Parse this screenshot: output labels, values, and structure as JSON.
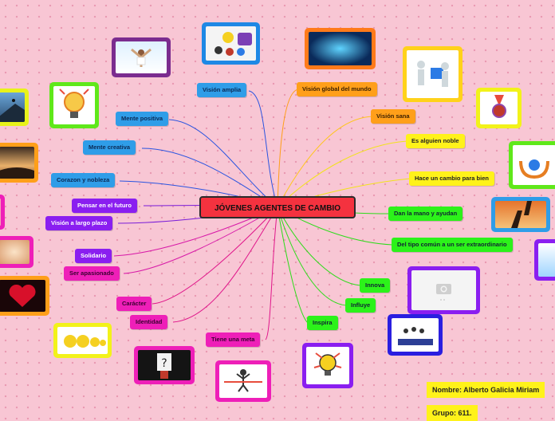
{
  "central": "JÓVENES AGENTES DE CAMBIO",
  "left_branches": [
    {
      "key": "vision_amplia",
      "label": "Visión amplia"
    },
    {
      "key": "mente_positiva",
      "label": "Mente positiva"
    },
    {
      "key": "mente_creativa",
      "label": "Mente creativa"
    },
    {
      "key": "corazon",
      "label": "Corazon y nobleza"
    },
    {
      "key": "pensar",
      "label": "Pensar en el futuro"
    },
    {
      "key": "vision_largo",
      "label": "Visión a largo plazo"
    },
    {
      "key": "solidario",
      "label": "Solidario"
    },
    {
      "key": "apasionado",
      "label": "Ser apasionado"
    },
    {
      "key": "caracter",
      "label": "Carácter"
    },
    {
      "key": "identidad",
      "label": "Identidad"
    },
    {
      "key": "meta",
      "label": "Tiene una meta"
    }
  ],
  "right_branches": [
    {
      "key": "vision_global",
      "label": "Visión global del mundo"
    },
    {
      "key": "vision_sana",
      "label": "Visión sana"
    },
    {
      "key": "alguien_noble",
      "label": "Es alguien noble"
    },
    {
      "key": "cambio_bien",
      "label": "Hace un cambio para bien"
    },
    {
      "key": "mano",
      "label": "Dan la mano y ayudan"
    },
    {
      "key": "extraordinario",
      "label": "Del tipo común a un ser extraordinario"
    },
    {
      "key": "innova",
      "label": "Innova"
    },
    {
      "key": "influye",
      "label": "Influye"
    },
    {
      "key": "inspira",
      "label": "Inspira"
    }
  ],
  "footer": {
    "name": "Nombre: Alberto Galicia Miriam",
    "group": "Grupo: 611."
  },
  "colors": {
    "background": "#f8c6d4",
    "central": "#f4323f",
    "blue": "#2f9de8",
    "purple": "#8a1ef0",
    "magenta": "#ee1fb8",
    "orange": "#ff9f1a",
    "yellow": "#fff21a",
    "green": "#2cf21a"
  },
  "images": [
    "teamwork-lightbulb-image",
    "woman-arms-raised-image",
    "lightbulb-idea-image",
    "hikers-helping-image",
    "sunset-silhouette-image",
    "hands-heart-image",
    "heart-image",
    "emoji-faces-image",
    "question-mark-image",
    "finish-line-runner-image",
    "global-network-image",
    "puzzle-people-image",
    "medal-award-image",
    "hands-globe-image",
    "helping-hands-sky-image",
    "lightbulb-jump-image",
    "image-placeholder-icon",
    "crowd-push-image",
    "brain-bulb-image"
  ]
}
